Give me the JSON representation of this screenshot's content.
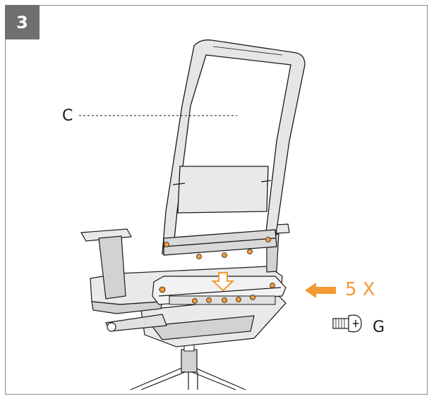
{
  "step": {
    "number": "3"
  },
  "labels": {
    "backrest": "C",
    "screw": "G"
  },
  "instruction": {
    "count": "5 X"
  },
  "colors": {
    "badge": "#6f6f6f",
    "accent": "#f39a33",
    "line": "#1a1a1a",
    "fill_light": "#e9e9e9",
    "fill_mid": "#d2d2d2"
  },
  "icons": {
    "arrow": "left-arrow-icon",
    "down_arrow": "down-arrow-icon",
    "screw": "screw-icon"
  }
}
